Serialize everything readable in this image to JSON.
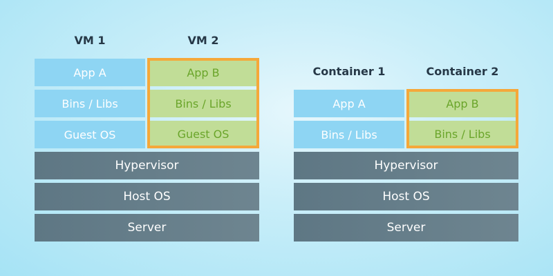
{
  "colors": {
    "app_blue": "#8ed5f3",
    "app_green": "#c1dd97",
    "green_text": "#6aa52a",
    "highlight": "#f5a83a",
    "infra": "#647c88",
    "heading": "#263847"
  },
  "vm_stack": {
    "columns": [
      {
        "title": "VM 1",
        "layers": [
          "App A",
          "Bins / Libs",
          "Guest OS"
        ]
      },
      {
        "title": "VM 2",
        "layers": [
          "App B",
          "Bins / Libs",
          "Guest OS"
        ]
      }
    ],
    "infra": [
      "Hypervisor",
      "Host OS",
      "Server"
    ]
  },
  "container_stack": {
    "columns": [
      {
        "title": "Container 1",
        "layers": [
          "App A",
          "Bins / Libs"
        ]
      },
      {
        "title": "Container 2",
        "layers": [
          "App B",
          "Bins / Libs"
        ]
      }
    ],
    "infra": [
      "Hypervisor",
      "Host OS",
      "Server"
    ]
  }
}
